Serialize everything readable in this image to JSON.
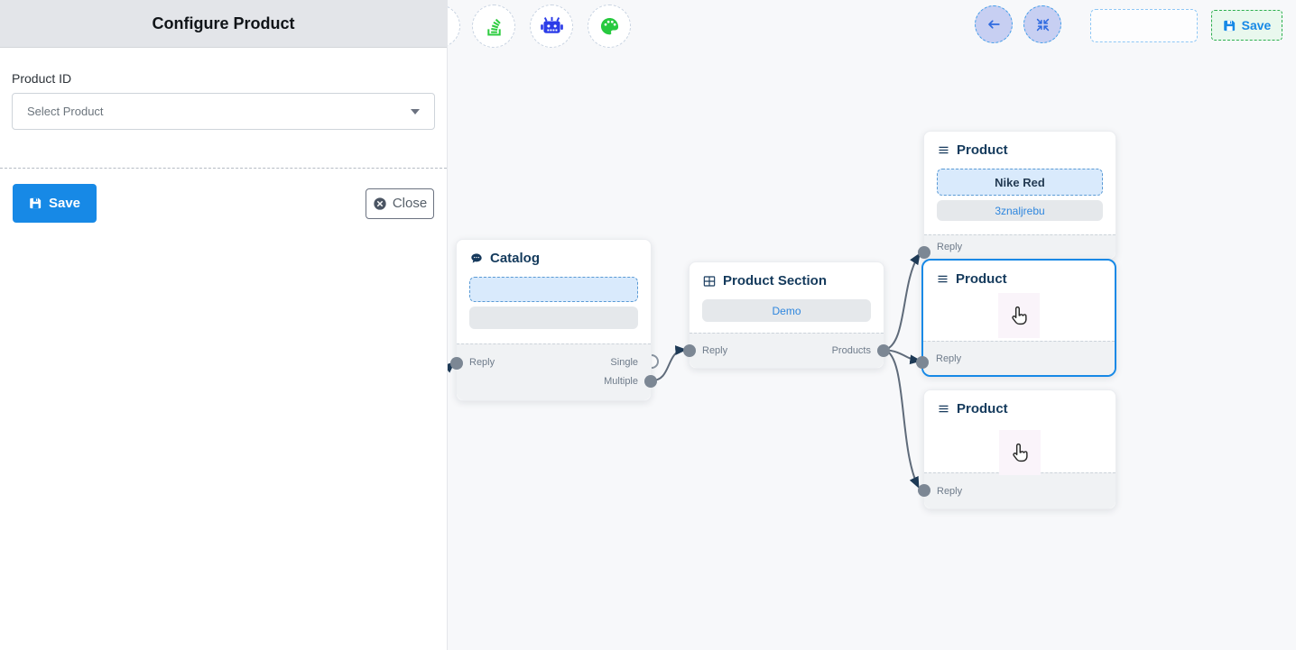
{
  "panel": {
    "title": "Configure Product",
    "product_id_label": "Product ID",
    "select_placeholder": "Select Product",
    "save_label": "Save",
    "close_label": "Close"
  },
  "topbar": {
    "save_label": "Save",
    "icons": [
      "stack-icon",
      "bot-icon",
      "palette-icon",
      "arrow-left-icon",
      "fit-view-icon",
      "save-icon"
    ]
  },
  "nodes": {
    "catalog": {
      "title": "Catalog",
      "reply_label": "Reply",
      "single_label": "Single",
      "multiple_label": "Multiple"
    },
    "product_section": {
      "title": "Product Section",
      "body_label": "Demo",
      "reply_label": "Reply",
      "products_label": "Products"
    },
    "product1": {
      "title": "Product",
      "field1": "Nike Red",
      "field2": "3znaljrebu",
      "reply_label": "Reply"
    },
    "product2": {
      "title": "Product",
      "reply_label": "Reply"
    },
    "product3": {
      "title": "Product",
      "reply_label": "Reply"
    }
  },
  "colors": {
    "accent_blue": "#1789e6",
    "node_title_navy": "#143a5c",
    "edge_gray": "#5f6b7a",
    "arrow_navy": "#1e3a56",
    "save_green_border": "#2daf4e",
    "link_blue": "#2e86de",
    "toolbar_green": "#2ecc40",
    "bot_blue": "#2b3ce8",
    "palette_green": "#27c93f"
  }
}
